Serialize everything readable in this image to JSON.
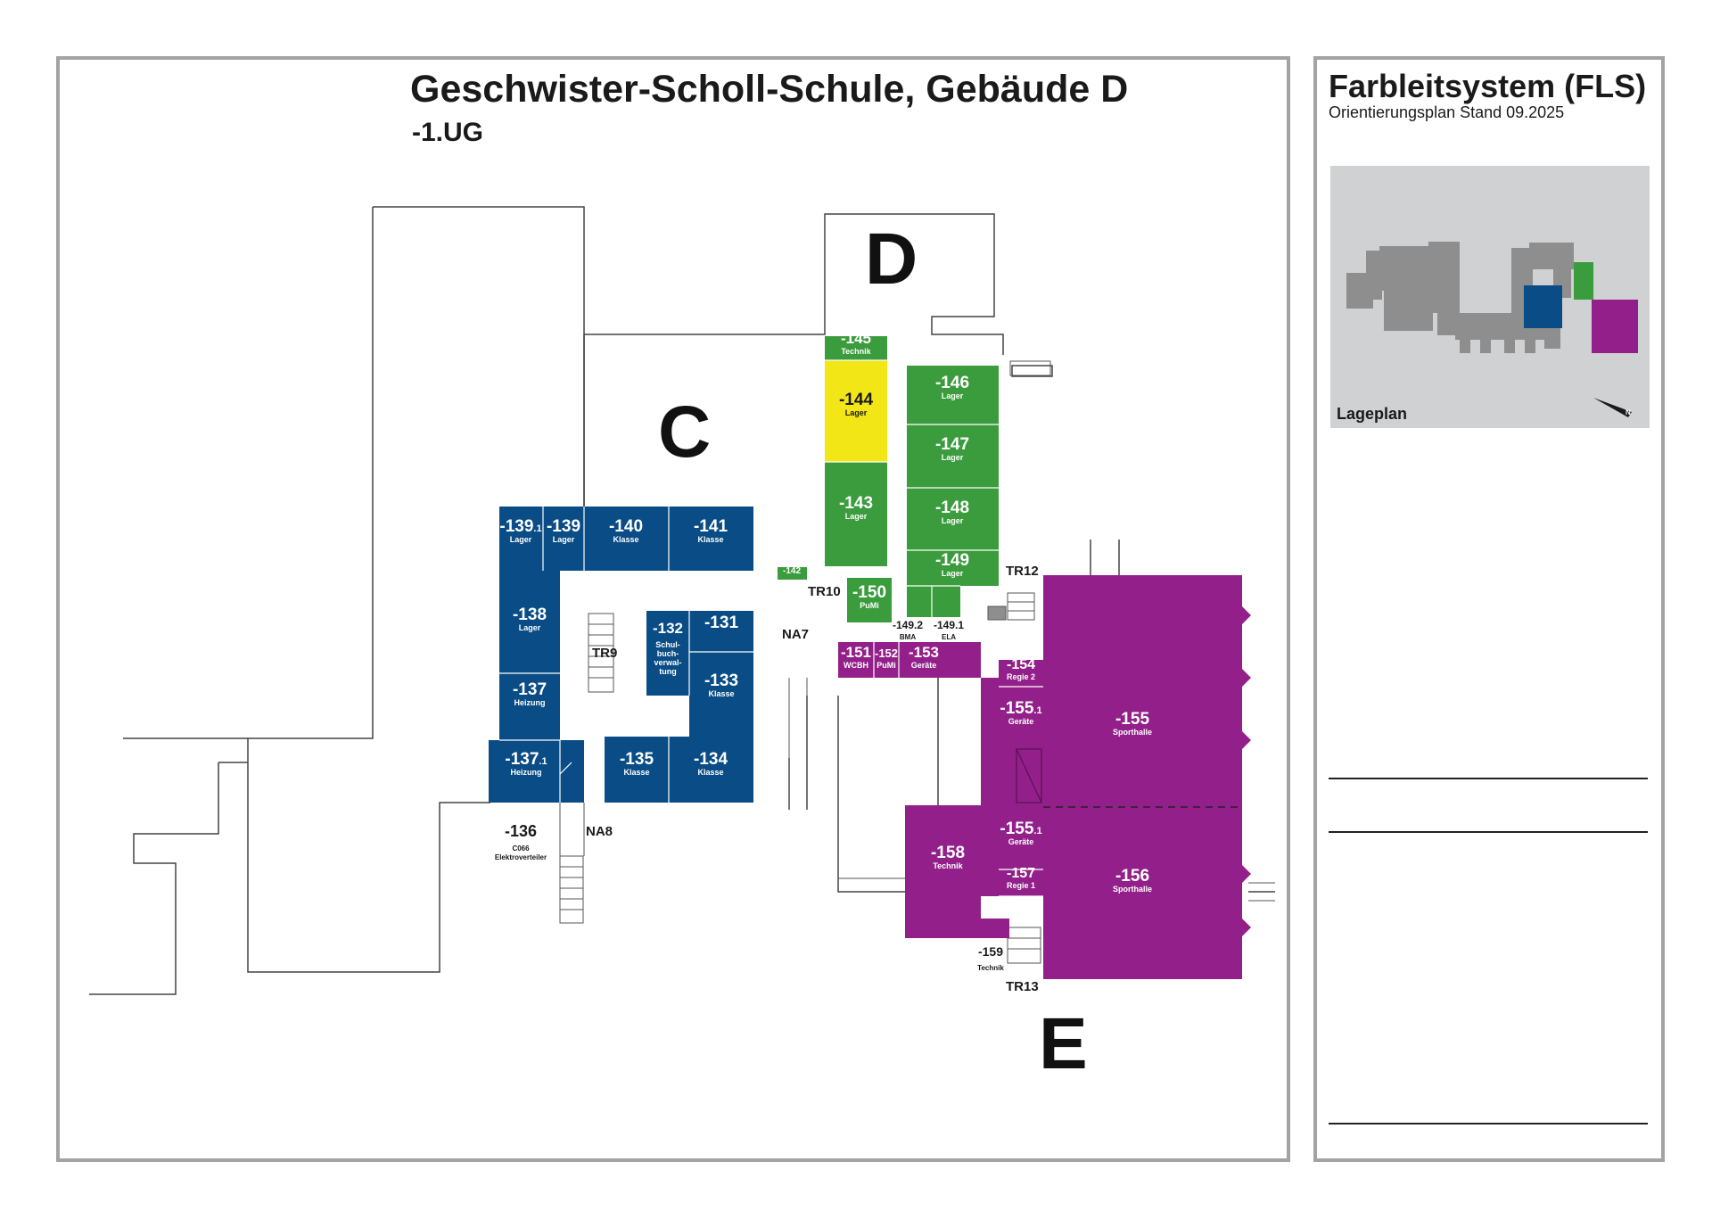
{
  "header": {
    "title": "Geschwister-Scholl-Schule, Gebäude D",
    "floor": "-1.UG"
  },
  "legend": {
    "title": "Farbleitsystem (FLS)",
    "subtitle": "Orientierungsplan Stand 09.2025",
    "site_plan_label": "Lageplan"
  },
  "colors": {
    "blue": "#0a4c85",
    "green": "#3a9c3c",
    "yellow": "#f2e617",
    "purple": "#93208a",
    "grey": "#8e8e8e",
    "panel_bg": "#d0d1d3"
  },
  "building_labels": [
    "D",
    "C",
    "E"
  ],
  "rooms": [
    {
      "id": "room-139-1",
      "num": "-139",
      "sub": ".1",
      "type": "Lager",
      "color": "blue"
    },
    {
      "id": "room-139",
      "num": "-139",
      "sub": "",
      "type": "Lager",
      "color": "blue"
    },
    {
      "id": "room-140",
      "num": "-140",
      "sub": "",
      "type": "Klasse",
      "color": "blue"
    },
    {
      "id": "room-141",
      "num": "-141",
      "sub": "",
      "type": "Klasse",
      "color": "blue"
    },
    {
      "id": "room-138",
      "num": "-138",
      "sub": "",
      "type": "Lager",
      "color": "blue"
    },
    {
      "id": "room-137",
      "num": "-137",
      "sub": "",
      "type": "Heizung",
      "color": "blue"
    },
    {
      "id": "room-137-1",
      "num": "-137",
      "sub": ".1",
      "type": "Heizung",
      "color": "blue"
    },
    {
      "id": "room-132",
      "num": "-132",
      "sub": "",
      "type": "Schul- buch- verwal- tung",
      "color": "blue"
    },
    {
      "id": "room-131",
      "num": "-131",
      "sub": "",
      "type": "",
      "color": "blue"
    },
    {
      "id": "room-133",
      "num": "-133",
      "sub": "",
      "type": "Klasse",
      "color": "blue"
    },
    {
      "id": "room-135",
      "num": "-135",
      "sub": "",
      "type": "Klasse",
      "color": "blue"
    },
    {
      "id": "room-134",
      "num": "-134",
      "sub": "",
      "type": "Klasse",
      "color": "blue"
    },
    {
      "id": "room-145",
      "num": "-145",
      "sub": "",
      "type": "Technik",
      "color": "green"
    },
    {
      "id": "room-144",
      "num": "-144",
      "sub": "",
      "type": "Lager",
      "color": "yellow"
    },
    {
      "id": "room-143",
      "num": "-143",
      "sub": "",
      "type": "Lager",
      "color": "green"
    },
    {
      "id": "room-146",
      "num": "-146",
      "sub": "",
      "type": "Lager",
      "color": "green"
    },
    {
      "id": "room-147",
      "num": "-147",
      "sub": "",
      "type": "Lager",
      "color": "green"
    },
    {
      "id": "room-148",
      "num": "-148",
      "sub": "",
      "type": "Lager",
      "color": "green"
    },
    {
      "id": "room-149",
      "num": "-149",
      "sub": "",
      "type": "Lager",
      "color": "green"
    },
    {
      "id": "room-142",
      "num": "-142",
      "sub": "",
      "type": "",
      "color": "green"
    },
    {
      "id": "room-150",
      "num": "-150",
      "sub": "",
      "type": "PuMi",
      "color": "green"
    },
    {
      "id": "room-151",
      "num": "-151",
      "sub": "",
      "type": "WCBH",
      "color": "purple"
    },
    {
      "id": "room-152",
      "num": "-152",
      "sub": "",
      "type": "PuMi",
      "color": "purple"
    },
    {
      "id": "room-153",
      "num": "-153",
      "sub": "",
      "type": "Geräte",
      "color": "purple"
    },
    {
      "id": "room-154",
      "num": "-154",
      "sub": "",
      "type": "Regie 2",
      "color": "purple"
    },
    {
      "id": "room-155-1a",
      "num": "-155",
      "sub": ".1",
      "type": "Geräte",
      "color": "purple"
    },
    {
      "id": "room-155",
      "num": "-155",
      "sub": "",
      "type": "Sporthalle",
      "color": "purple"
    },
    {
      "id": "room-155-1b",
      "num": "-155",
      "sub": ".1",
      "type": "Geräte",
      "color": "purple"
    },
    {
      "id": "room-157",
      "num": "-157",
      "sub": "",
      "type": "Regie 1",
      "color": "purple"
    },
    {
      "id": "room-156",
      "num": "-156",
      "sub": "",
      "type": "Sporthalle",
      "color": "purple"
    },
    {
      "id": "room-158",
      "num": "-158",
      "sub": "",
      "type": "Technik",
      "color": "purple"
    }
  ],
  "outside_rooms": [
    {
      "id": "room-136",
      "num": "-136",
      "line2": "C066",
      "line3": "Elektroverteiler"
    },
    {
      "id": "room-149-2",
      "num": "-149.2",
      "line2": "BMA"
    },
    {
      "id": "room-149-1",
      "num": "-149.1",
      "line2": "ELA"
    },
    {
      "id": "room-159",
      "num": "-159",
      "line2": "Technik"
    }
  ],
  "stairs_exits": [
    "TR9",
    "TR10",
    "TR12",
    "TR13",
    "NA7",
    "NA8"
  ]
}
